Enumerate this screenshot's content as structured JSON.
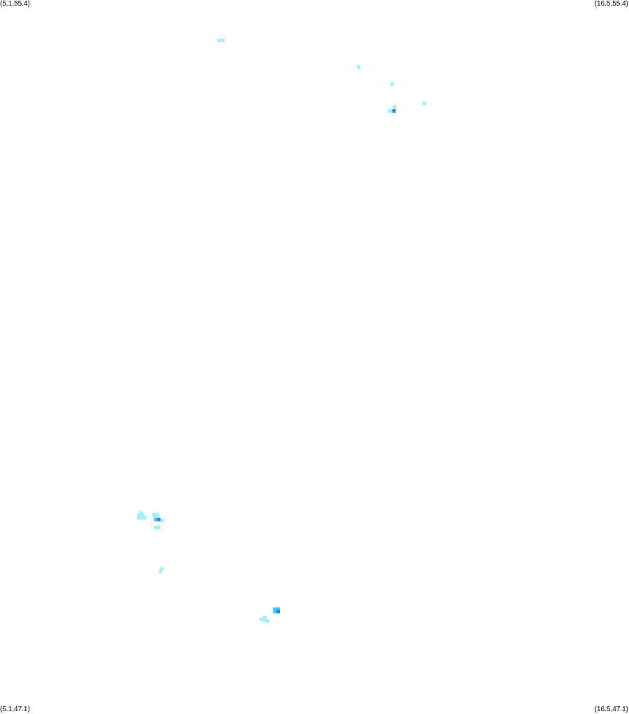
{
  "corners": {
    "top_left": "(5.1,55.4)",
    "top_right": "(16.5,55.4)",
    "bottom_left": "(5.1,47.1)",
    "bottom_right": "(16.5,47.1)"
  },
  "colors": {
    "low": "#9eefff",
    "mid": "#4fc3f7",
    "high": "#1a8fe0",
    "background": "#ffffff"
  },
  "map_data": {
    "type": "heatmap",
    "xlim": [
      5.1,
      16.5
    ],
    "ylim": [
      47.1,
      55.4
    ],
    "points": [
      {
        "lon": 9.07,
        "lat": 54.93,
        "level": "low"
      },
      {
        "lon": 9.14,
        "lat": 54.93,
        "level": "low"
      },
      {
        "lon": 11.6,
        "lat": 54.62,
        "level": "low"
      },
      {
        "lon": 12.21,
        "lat": 54.42,
        "level": "low"
      },
      {
        "lon": 12.79,
        "lat": 54.2,
        "level": "low"
      },
      {
        "lon": 12.25,
        "lat": 54.16,
        "level": "low"
      },
      {
        "lon": 12.17,
        "lat": 54.11,
        "level": "low"
      },
      {
        "lon": 12.24,
        "lat": 54.11,
        "level": "high"
      },
      {
        "lon": 7.65,
        "lat": 49.44,
        "level": "low"
      },
      {
        "lon": 7.69,
        "lat": 49.41,
        "level": "low"
      },
      {
        "lon": 7.62,
        "lat": 49.41,
        "level": "low"
      },
      {
        "lon": 7.61,
        "lat": 49.38,
        "level": "low"
      },
      {
        "lon": 7.66,
        "lat": 49.38,
        "level": "low"
      },
      {
        "lon": 7.72,
        "lat": 49.38,
        "level": "low"
      },
      {
        "lon": 7.89,
        "lat": 49.42,
        "level": "low"
      },
      {
        "lon": 7.95,
        "lat": 49.42,
        "level": "low"
      },
      {
        "lon": 7.91,
        "lat": 49.39,
        "level": "low"
      },
      {
        "lon": 7.96,
        "lat": 49.39,
        "level": "low"
      },
      {
        "lon": 7.92,
        "lat": 49.36,
        "level": "mid"
      },
      {
        "lon": 7.98,
        "lat": 49.36,
        "level": "high"
      },
      {
        "lon": 8.04,
        "lat": 49.35,
        "level": "low"
      },
      {
        "lon": 7.92,
        "lat": 49.27,
        "level": "low"
      },
      {
        "lon": 7.98,
        "lat": 49.27,
        "level": "low"
      },
      {
        "lon": 8.03,
        "lat": 48.79,
        "level": "low"
      },
      {
        "lon": 8.01,
        "lat": 48.76,
        "level": "low"
      },
      {
        "lon": 10.08,
        "lat": 48.32,
        "level": "mid"
      },
      {
        "lon": 10.14,
        "lat": 48.32,
        "level": "mid"
      },
      {
        "lon": 10.08,
        "lat": 48.29,
        "level": "mid"
      },
      {
        "lon": 10.14,
        "lat": 48.29,
        "level": "high"
      },
      {
        "lon": 9.9,
        "lat": 48.22,
        "level": "low"
      },
      {
        "lon": 9.84,
        "lat": 48.2,
        "level": "low"
      },
      {
        "lon": 9.89,
        "lat": 48.19,
        "level": "low"
      },
      {
        "lon": 9.95,
        "lat": 48.18,
        "level": "low"
      }
    ]
  }
}
